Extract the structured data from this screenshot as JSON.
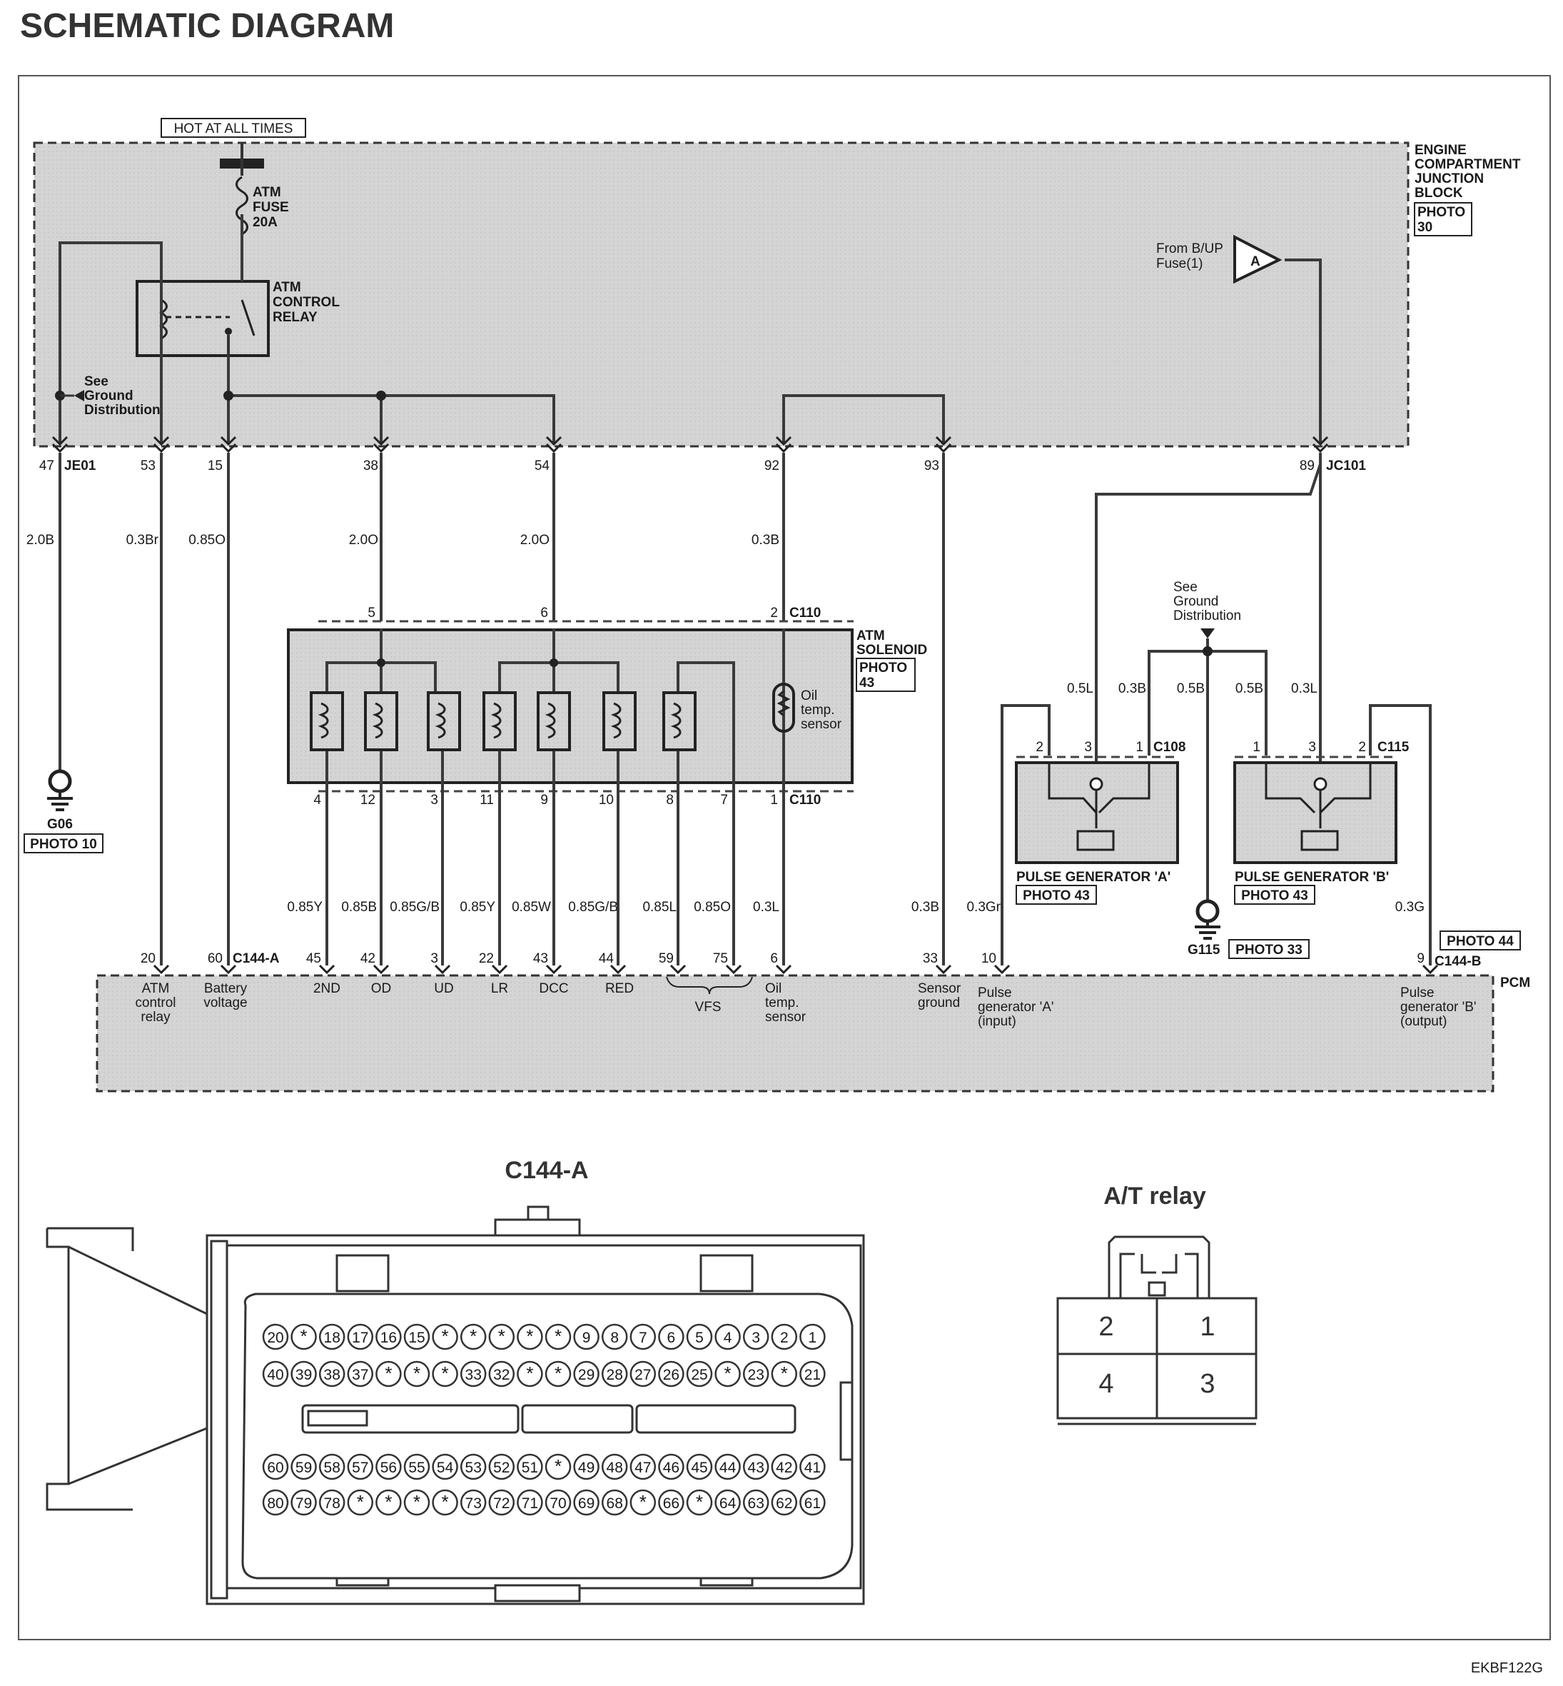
{
  "header": {
    "title": "SCHEMATIC DIAGRAM",
    "code": "EKBF122G"
  },
  "blocks": {
    "hot": "HOT AT ALL TIMES",
    "ecjb": [
      "ENGINE",
      "COMPARTMENT",
      "JUNCTION",
      "BLOCK"
    ],
    "photo30": [
      "PHOTO",
      "30"
    ],
    "fuse": [
      "ATM",
      "FUSE",
      "20A"
    ],
    "relay": [
      "ATM",
      "CONTROL",
      "RELAY"
    ],
    "see_ground": [
      "See",
      "Ground",
      "Distribution"
    ],
    "from_bup": [
      "From B/UP",
      "Fuse(1)"
    ],
    "conn_a": "A",
    "je01": "JE01",
    "jc101": "JC101",
    "atm_solenoid": [
      "ATM",
      "SOLENOID"
    ],
    "photo43": [
      "PHOTO",
      "43"
    ],
    "oil": [
      "Oil",
      "temp.",
      "sensor"
    ],
    "c110": "C110",
    "c108": "C108",
    "c115": "C115",
    "pga": "PULSE GENERATOR 'A'",
    "pgb": "PULSE GENERATOR 'B'",
    "photo43_line": "PHOTO 43",
    "g06": "G06",
    "photo10": "PHOTO 10",
    "g115": "G115",
    "photo33": "PHOTO 33",
    "photo44": "PHOTO 44",
    "c144a": "C144-A",
    "c144b": "C144-B",
    "pcm": "PCM",
    "see_ground2": [
      "See",
      "Ground",
      "Distribution"
    ]
  },
  "jb_pins": [
    "47",
    "53",
    "15",
    "38",
    "54",
    "92",
    "93",
    "89"
  ],
  "wires_top": [
    "2.0B",
    "0.3Br",
    "0.85O",
    "2.0O",
    "2.0O",
    "0.3B"
  ],
  "sol_top_pins": [
    "5",
    "6",
    "2"
  ],
  "sol_bot_pins": [
    "4",
    "12",
    "3",
    "11",
    "9",
    "10",
    "8",
    "7",
    "1"
  ],
  "wires_bottom": [
    "0.85Y",
    "0.85B",
    "0.85G/B",
    "0.85Y",
    "0.85W",
    "0.85G/B",
    "0.85L",
    "0.85O",
    "0.3L",
    "0.3B",
    "0.3Gr",
    "0.3G"
  ],
  "pg_wires": [
    "0.5L",
    "0.3B",
    "0.5B",
    "0.5B",
    "0.3L"
  ],
  "pg_pins": [
    "2",
    "3",
    "1",
    "1",
    "3",
    "2"
  ],
  "pcm_pins": [
    "20",
    "60",
    "45",
    "42",
    "3",
    "22",
    "43",
    "44",
    "59",
    "75",
    "6",
    "33",
    "10",
    "9"
  ],
  "pcm_labels": {
    "atm_relay": [
      "ATM",
      "control",
      "relay"
    ],
    "battery": [
      "Battery",
      "voltage"
    ],
    "p2nd": "2ND",
    "od": "OD",
    "ud": "UD",
    "lr": "LR",
    "dcc": "DCC",
    "red": "RED",
    "vfs": "VFS",
    "oil": [
      "Oil",
      "temp.",
      "sensor"
    ],
    "sensor_ground": [
      "Sensor",
      "ground"
    ],
    "pga": [
      "Pulse",
      "generator 'A'",
      "(input)"
    ],
    "pgb": [
      "Pulse",
      "generator 'B'",
      "(output)"
    ]
  },
  "connector": {
    "title": "C144-A",
    "rows": [
      [
        "20",
        "*",
        "18",
        "17",
        "16",
        "15",
        "*",
        "*",
        "*",
        "*",
        "*",
        "9",
        "8",
        "7",
        "6",
        "5",
        "4",
        "3",
        "2",
        "1"
      ],
      [
        "40",
        "39",
        "38",
        "37",
        "*",
        "*",
        "*",
        "33",
        "32",
        "*",
        "*",
        "29",
        "28",
        "27",
        "26",
        "25",
        "*",
        "23",
        "*",
        "21"
      ],
      [
        "60",
        "59",
        "58",
        "57",
        "56",
        "55",
        "54",
        "53",
        "52",
        "51",
        "*",
        "49",
        "48",
        "47",
        "46",
        "45",
        "44",
        "43",
        "42",
        "41"
      ],
      [
        "80",
        "79",
        "78",
        "*",
        "*",
        "*",
        "*",
        "73",
        "72",
        "71",
        "70",
        "69",
        "68",
        "*",
        "66",
        "*",
        "64",
        "63",
        "62",
        "61"
      ]
    ]
  },
  "relay_conn": {
    "title": "A/T relay",
    "cells": [
      "2",
      "1",
      "4",
      "3"
    ]
  },
  "colors": {
    "line": "#3a3a3a",
    "shade": "#d2d2d2",
    "dash": "#444444"
  }
}
